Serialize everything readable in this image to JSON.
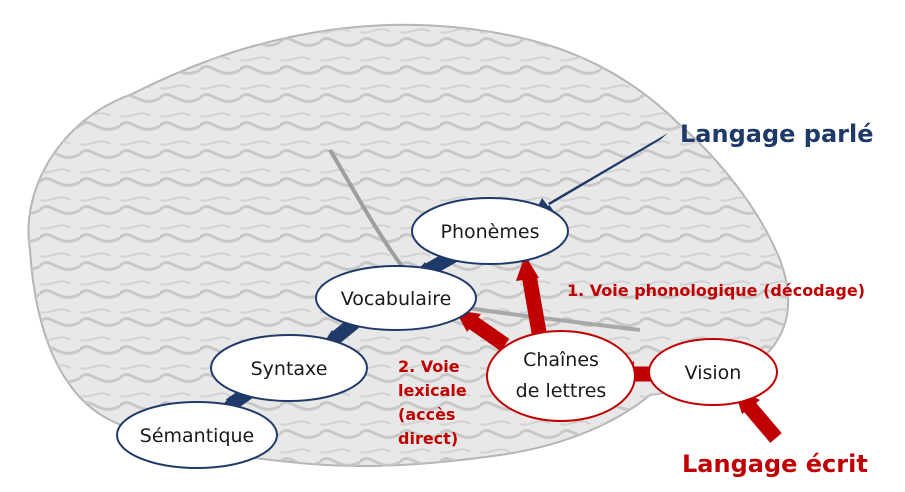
{
  "colors": {
    "spoken_path": "#1f3a68",
    "written_path": "#c00000",
    "brain_fill": "#e6e6e6",
    "brain_stroke": "#b3b3b3",
    "node_stroke_blue": "#1f3a68",
    "node_stroke_red": "#c00000"
  },
  "titles": {
    "spoken": "Langage parlé",
    "written": "Langage écrit"
  },
  "nodes": {
    "phonemes": "Phonèmes",
    "vocabulaire": "Vocabulaire",
    "syntaxe": "Syntaxe",
    "semantique": "Sémantique",
    "chaines_line1": "Chaînes",
    "chaines_line2": "de lettres",
    "vision": "Vision"
  },
  "routes": {
    "phonological": "1. Voie phonologique (décodage)",
    "lexical_line1": "2. Voie",
    "lexical_line2": "lexicale",
    "lexical_line3": "(accès",
    "lexical_line4": "direct)"
  },
  "brain_image": "brain-cortex-illustration"
}
